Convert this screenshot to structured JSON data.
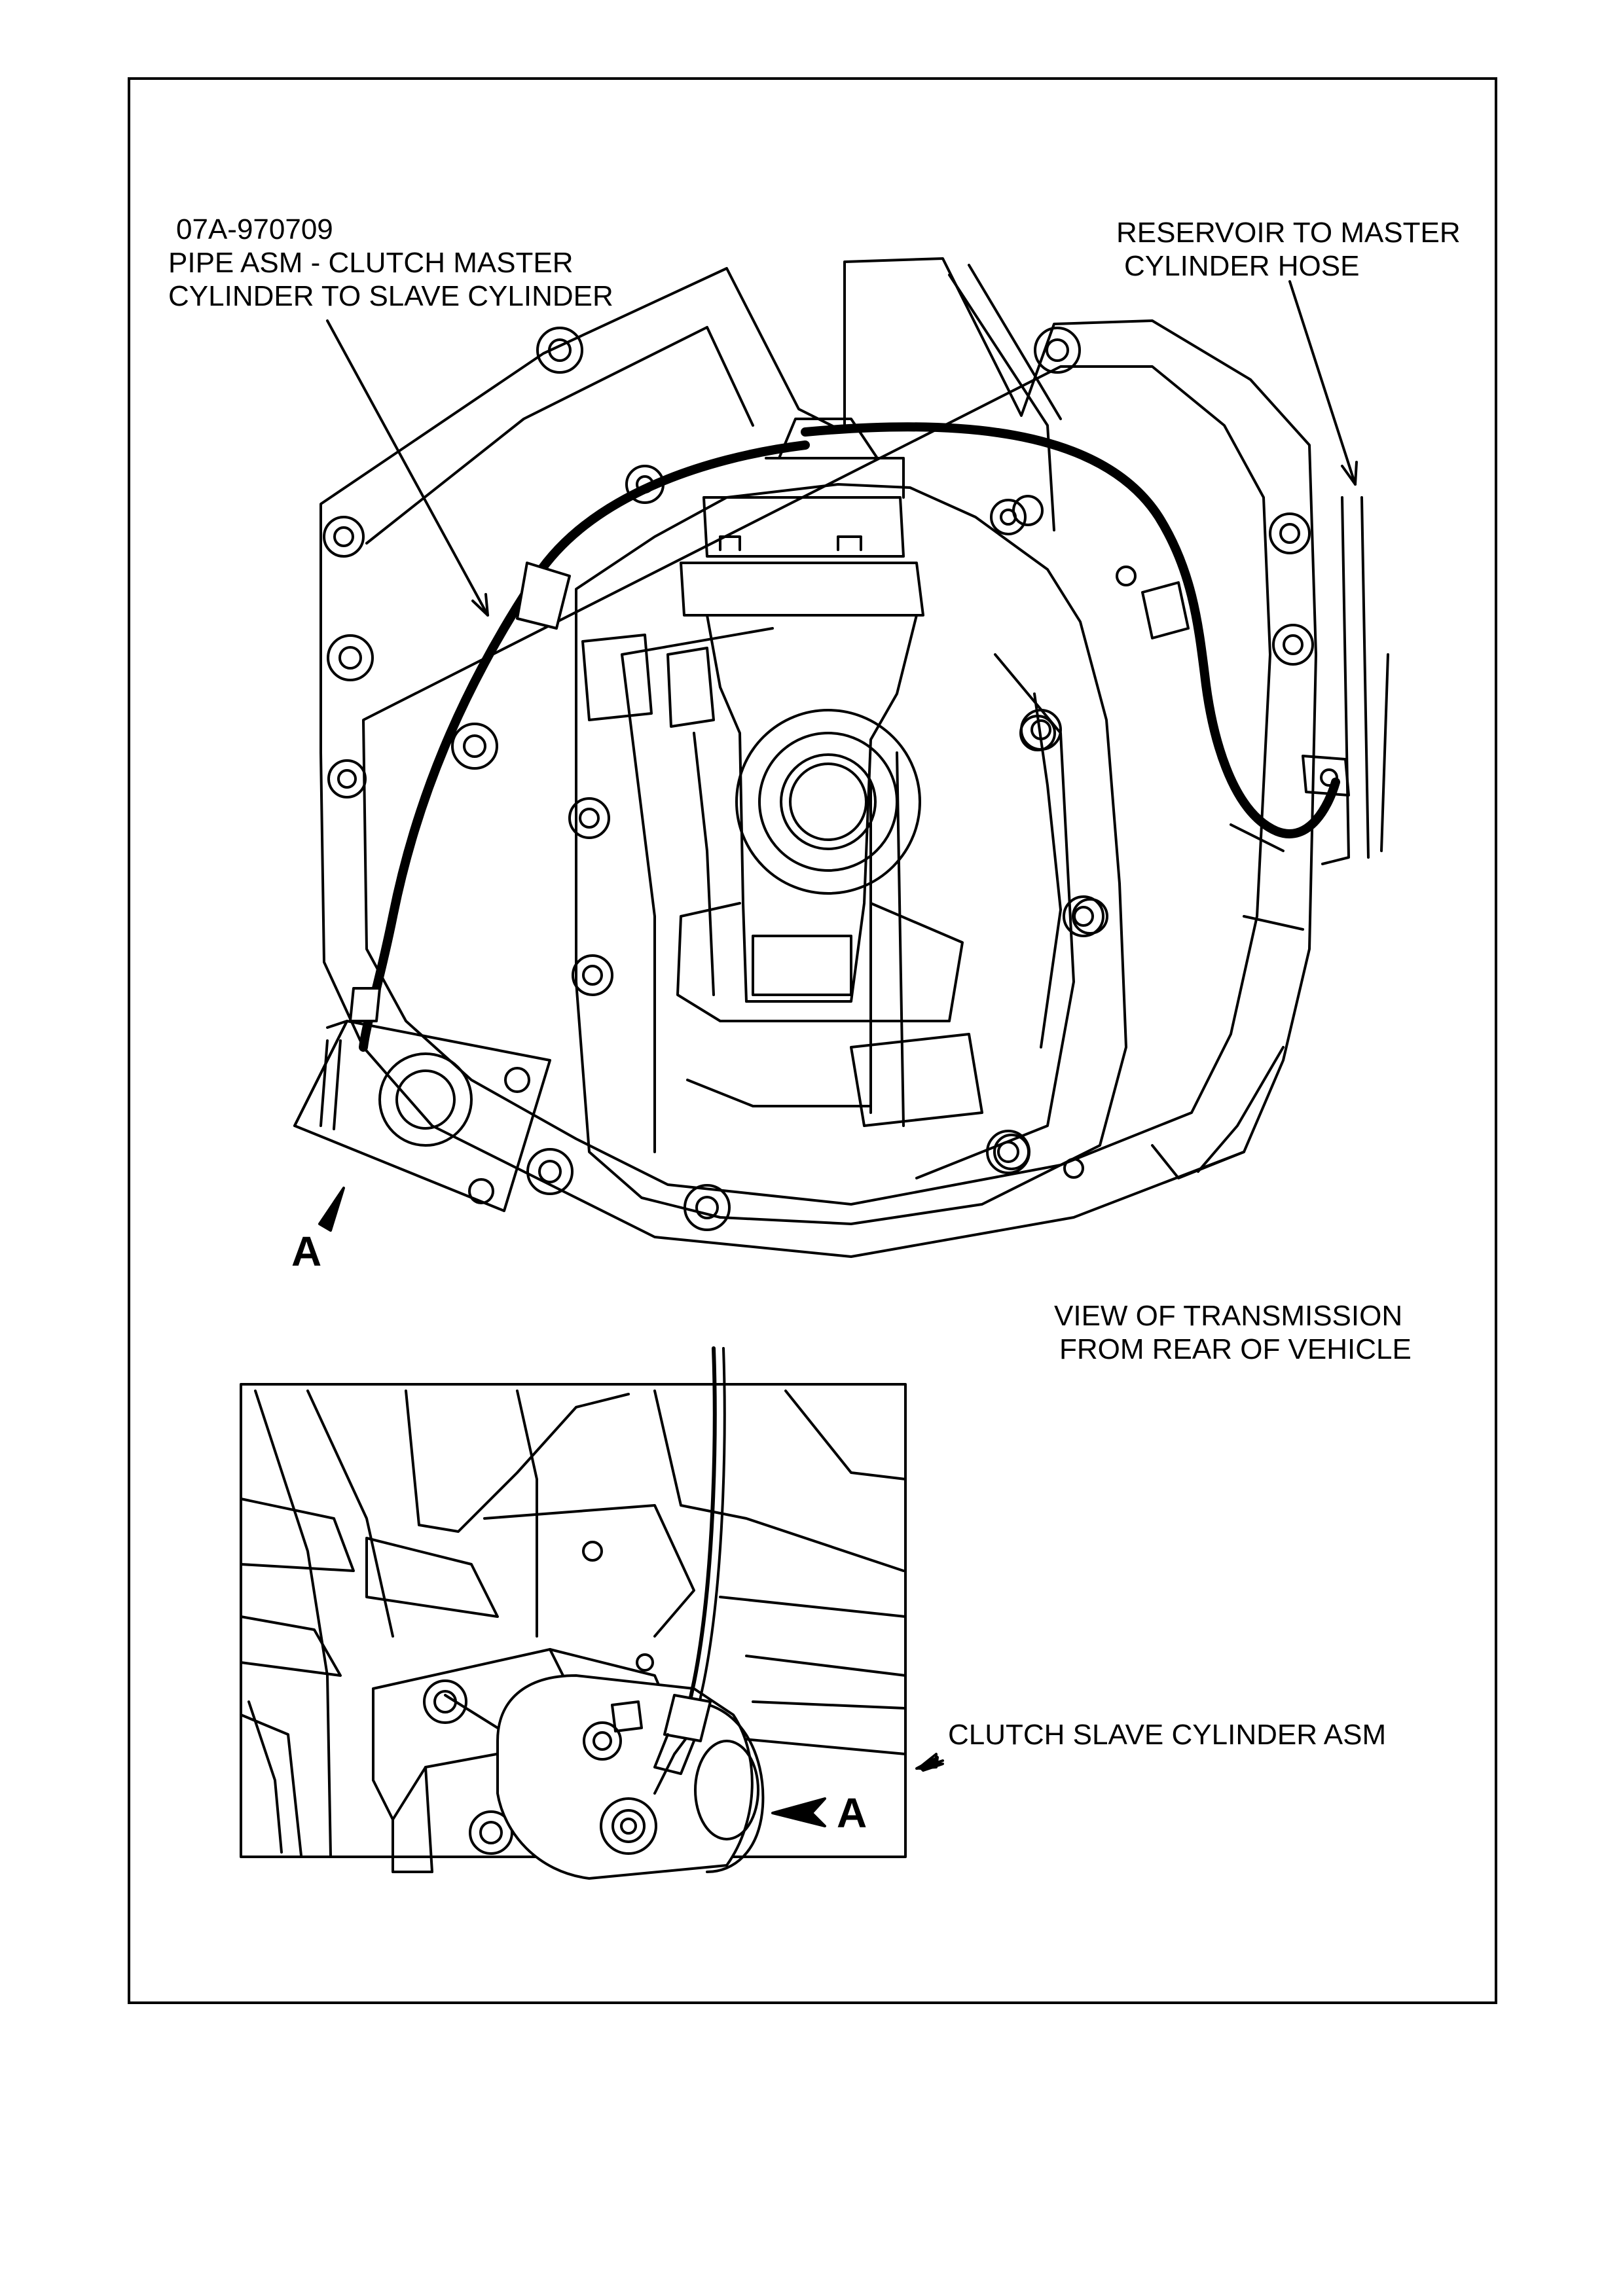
{
  "labels": {
    "pipe": {
      "part_number": "07A-970709",
      "line1": "PIPE ASM - CLUTCH MASTER",
      "line2": "CYLINDER TO SLAVE CYLINDER"
    },
    "reservoir": {
      "line1": "RESERVOIR TO MASTER",
      "line2": "CYLINDER HOSE"
    },
    "view": {
      "line1": "VIEW OF TRANSMISSION",
      "line2": "FROM REAR OF VEHICLE"
    },
    "slave": "CLUTCH SLAVE CYLINDER ASM",
    "callout_top": "A",
    "callout_detail": "A"
  }
}
